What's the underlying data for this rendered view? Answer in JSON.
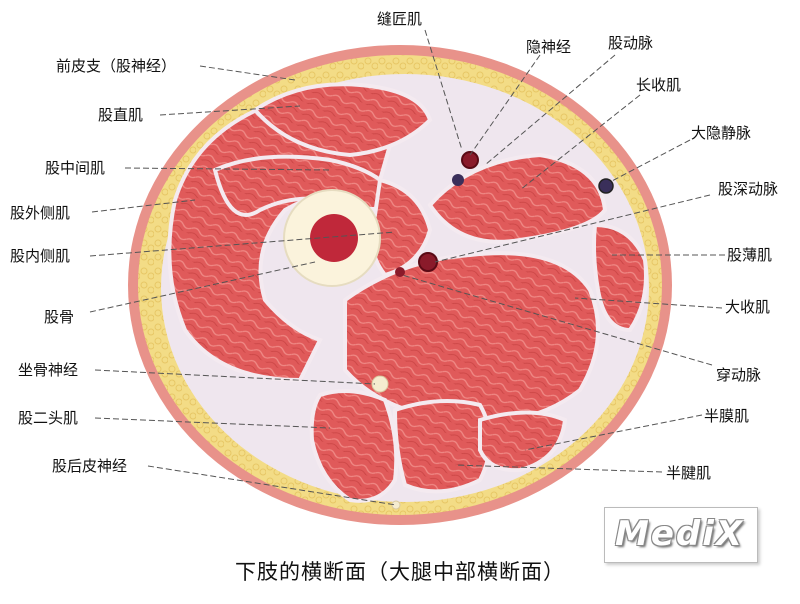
{
  "labels": {
    "sartorius": "缝匠肌",
    "saphenous_nerve": "隐神经",
    "femoral_artery": "股动脉",
    "adductor_longus": "长收肌",
    "great_saphenous_vein": "大隐静脉",
    "deep_femoral_artery": "股深动脉",
    "gracilis": "股薄肌",
    "adductor_magnus": "大收肌",
    "perforating_artery": "穿动脉",
    "semimembranosus": "半膜肌",
    "semitendinosus": "半腱肌",
    "anterior_cutaneous_branch": "前皮支（股神经）",
    "rectus_femoris": "股直肌",
    "vastus_intermedius": "股中间肌",
    "vastus_lateralis": "股外侧肌",
    "vastus_medialis": "股内侧肌",
    "femur": "股骨",
    "sciatic_nerve": "坐骨神经",
    "biceps_femoris": "股二头肌",
    "posterior_cutaneous_nerve": "股后皮神经"
  },
  "caption": "下肢的横断面（大腿中部横断面）",
  "watermark": "MediX",
  "colors": {
    "skin": "#e07a72",
    "fat": "#f3dc86",
    "muscle": "#e05a5a",
    "muscle_dark": "#c94444",
    "fascia": "#efe6ee",
    "bone": "#fbf3dc",
    "marrow": "#c0283a",
    "vessel": "#8a1a2a",
    "vein": "#3a2f5a"
  }
}
